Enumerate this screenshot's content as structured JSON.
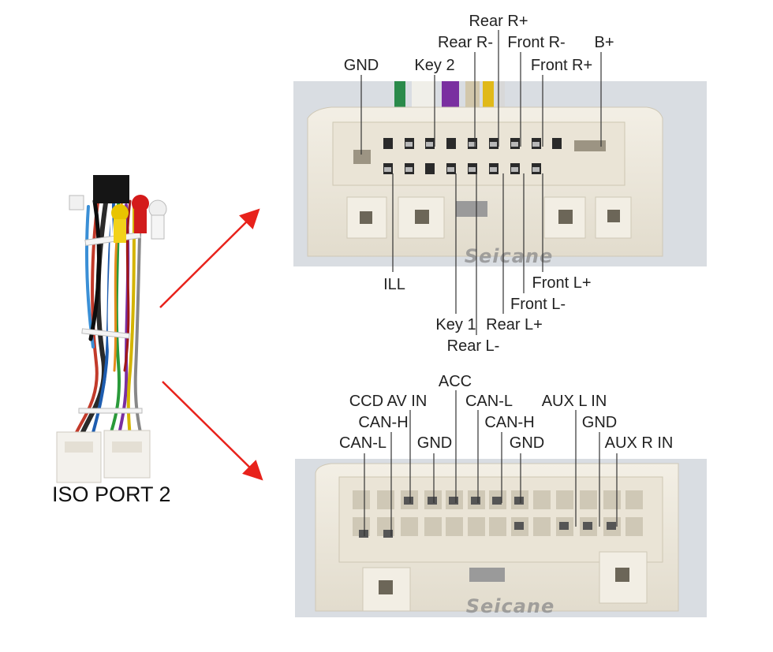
{
  "title": "ISO PORT 2",
  "watermark": "Seicane",
  "top_connector": {
    "labels": {
      "rear_r_plus": "Rear R+",
      "rear_r_minus": "Rear R-",
      "front_r_minus": "Front R-",
      "b_plus": "B+",
      "gnd": "GND",
      "key2": "Key 2",
      "front_r_plus": "Front R+",
      "ill": "ILL",
      "front_l_plus": "Front L+",
      "front_l_minus": "Front L-",
      "key1": "Key 1",
      "rear_l_plus": "Rear L+",
      "rear_l_minus": "Rear L-"
    }
  },
  "bottom_connector": {
    "labels": {
      "acc": "ACC",
      "ccd_av_in": "CCD AV IN",
      "can_l_top": "CAN-L",
      "aux_l_in": "AUX L IN",
      "can_h_left": "CAN-H",
      "can_h_right": "CAN-H",
      "gnd_right": "GND",
      "can_l_left": "CAN-L",
      "gnd_left": "GND",
      "gnd_mid": "GND",
      "aux_r_in": "AUX R IN"
    }
  },
  "colors": {
    "arrow": "#e8221b",
    "connector_body": "#ece7da",
    "photo_bg": "#d9dde2",
    "leader_line": "#333333"
  }
}
